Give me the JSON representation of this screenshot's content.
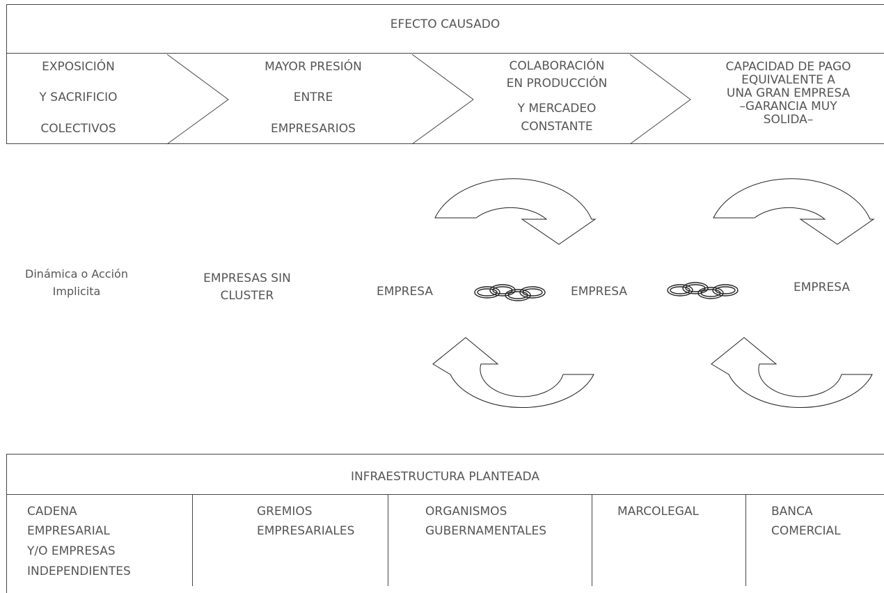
{
  "effect": {
    "header": "EFECTO CAUSADO",
    "steps": [
      [
        "EXPOSICIÓN",
        "Y SACRIFICIO",
        "COLECTIVOS"
      ],
      [
        "MAYOR PRESIÓN",
        "ENTRE",
        "EMPRESARIOS"
      ],
      [
        "COLABORACIÓN",
        "EN PRODUCCIÓN",
        "Y MERCADEO",
        "CONSTANTE"
      ],
      [
        "CAPACIDAD DE PAGO",
        "EQUIVALENTE A",
        "UNA GRAN EMPRESA",
        "–GARANCIA MUY",
        "SOLIDA–"
      ]
    ]
  },
  "dynamics": {
    "label": [
      "Dinámica o Acción",
      "Implicita"
    ],
    "no_cluster": [
      "EMPRESAS SIN",
      "CLUSTER"
    ],
    "companies": [
      "EMPRESA",
      "EMPRESA",
      "EMPRESA"
    ]
  },
  "infrastructure": {
    "header": "INFRAESTRUCTURA PLANTEADA",
    "items": [
      [
        "CADENA",
        "EMPRESARIAL",
        "Y/O EMPRESAS",
        "INDEPENDIENTES"
      ],
      [
        "GREMIOS",
        "EMPRESARIALES"
      ],
      [
        "ORGANISMOS",
        "GUBERNAMENTALES"
      ],
      [
        "MARCOLEGAL"
      ],
      [
        "BANCA",
        "COMERCIAL"
      ]
    ]
  }
}
